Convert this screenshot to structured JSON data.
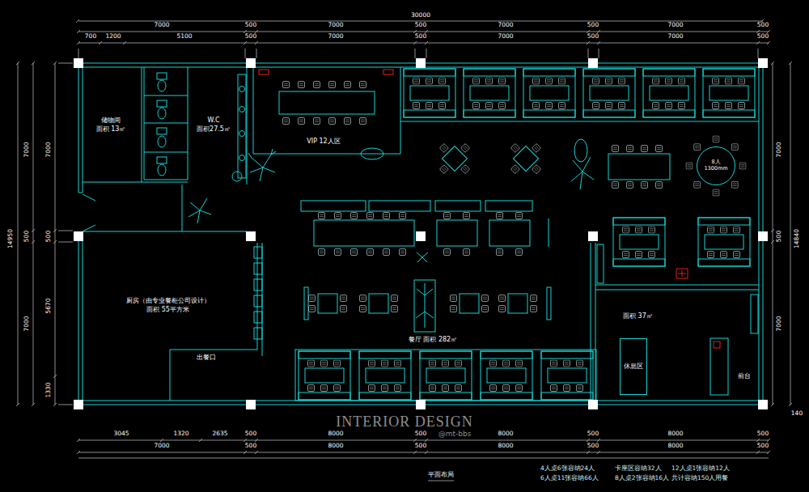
{
  "diagram": {
    "title": "平面布局",
    "nodes": [
      {
        "text": [
          "储物间",
          "面积 13㎡"
        ]
      },
      {
        "text": [
          "W.C",
          "面积27.5㎡"
        ]
      },
      {
        "text": [
          "VIP 12人区"
        ]
      },
      {
        "text": [
          "厨房（由专业餐柜公司设计）",
          "面积 55平方米"
        ]
      },
      {
        "text": [
          "餐厅 面积 282㎡"
        ]
      },
      {
        "text": [
          "面积 37㎡"
        ]
      },
      {
        "text": [
          "休息区"
        ],
        "in": 5
      },
      {
        "text": [
          "前台"
        ],
        "in": 5
      },
      {
        "text": [
          "8人 1300mm"
        ]
      }
    ],
    "labels": [
      "30000",
      "7000",
      "500",
      "7000",
      "500",
      "7000",
      "500",
      "7000",
      "500",
      "700",
      "1200",
      "5100",
      "500",
      "7000",
      "500",
      "7000",
      "500",
      "7000",
      "500",
      "14950",
      "7000",
      "500",
      "7000",
      "7000",
      "500",
      "5670",
      "1330",
      "7000",
      "500",
      "7000",
      "14840",
      "140",
      "3045",
      "1320",
      "2635",
      "500",
      "8000",
      "500",
      "8000",
      "500",
      "8000",
      "500",
      "7000",
      "500",
      "8000",
      "500",
      "8000",
      "500",
      "8000",
      "500",
      "出餐口",
      "INTERIOR DESIGN",
      "@mt-bbs",
      "4人桌6张容纳24人",
      "6人桌11张容纳66人",
      "卡座区容纳32人",
      "8人桌2张容纳16人",
      "12人桌1张容纳12人",
      "共计容纳150人用餐"
    ]
  }
}
